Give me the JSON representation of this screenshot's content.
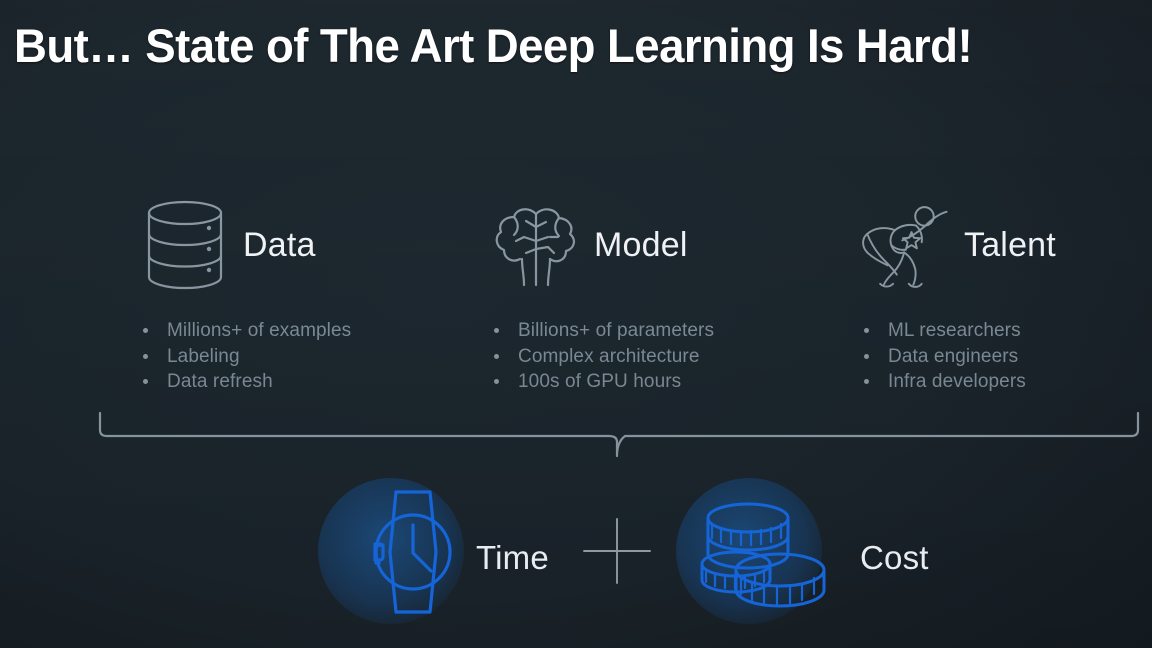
{
  "slide": {
    "title": "But… State of The Art Deep Learning Is Hard!",
    "background_color": "#1b252c",
    "accent_color": "#1565d8",
    "muted_text_color": "#7e8d99"
  },
  "pillars": [
    {
      "id": "data",
      "label": "Data",
      "icon": "database-icon",
      "bullets": [
        "Millions+ of examples",
        "Labeling",
        "Data refresh"
      ]
    },
    {
      "id": "model",
      "label": "Model",
      "icon": "brain-icon",
      "bullets": [
        "Billions+ of parameters",
        "Complex architecture",
        "100s of GPU hours"
      ]
    },
    {
      "id": "talent",
      "label": "Talent",
      "icon": "superhero-icon",
      "bullets": [
        "ML researchers",
        "Data engineers",
        "Infra developers"
      ]
    }
  ],
  "brace": {
    "icon": "brace-connector"
  },
  "outcomes": [
    {
      "id": "time",
      "label": "Time",
      "icon": "wristwatch-icon"
    },
    {
      "id": "cost",
      "label": "Cost",
      "icon": "coins-icon"
    }
  ],
  "operator": {
    "symbol": "+",
    "icon": "plus-icon"
  }
}
